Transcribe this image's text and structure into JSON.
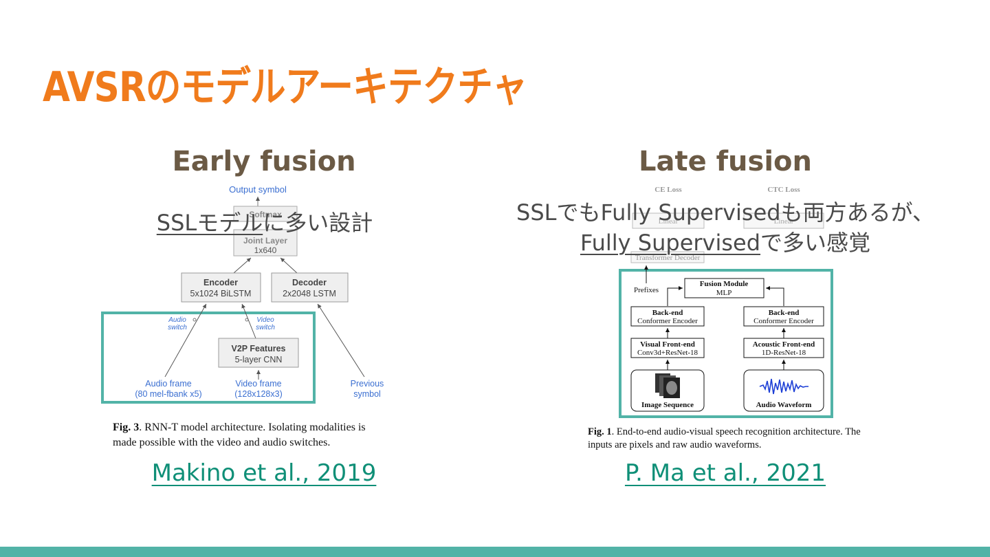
{
  "slide": {
    "title": "AVSRのモデルアーキテクチャ",
    "accent_color": "#f07b1c",
    "teal_color": "#52b3a7"
  },
  "left": {
    "heading": "Early fusion",
    "overlay_link": "SSLモデル",
    "overlay_rest": "に多い設計",
    "figure": {
      "output": "Output symbol",
      "softmax": "Softmax",
      "joint": "Joint Layer",
      "joint_dim": "1x640",
      "encoder": "Encoder",
      "encoder_dim": "5x1024 BiLSTM",
      "decoder": "Decoder",
      "decoder_dim": "2x2048 LSTM",
      "audio_switch_1": "Audio",
      "audio_switch_2": "switch",
      "video_switch_1": "Video",
      "video_switch_2": "switch",
      "v2p": "V2P Features",
      "v2p_dim": "5-layer CNN",
      "audio_frame_1": "Audio frame",
      "audio_frame_2": "(80 mel-fbank x5)",
      "video_frame_1": "Video frame",
      "video_frame_2": "(128x128x3)",
      "prev_1": "Previous",
      "prev_2": "symbol"
    },
    "caption_label": "Fig. 3",
    "caption_line1": ".  RNN-T model architecture.  Isolating modalities is",
    "caption_line2": "made possible with the video and audio switches.",
    "citation": "Makino et al., 2019"
  },
  "right": {
    "heading": "Late fusion",
    "overlay_line1": "SSLでもFully Supervisedも両方あるが、",
    "overlay_link": "Fully Supervised",
    "overlay_rest": "で多い感覚",
    "figure": {
      "ce_loss": "CE Loss",
      "ctc_loss": "CTC Loss",
      "linear": "Linear",
      "transformer_decoder": "Transformer Decoder",
      "prefixes": "Prefixes",
      "fusion_title": "Fusion Module",
      "fusion_sub": "MLP",
      "backend_title": "Back-end",
      "backend_sub": "Conformer Encoder",
      "visual_front_title": "Visual Front-end",
      "visual_front_sub": "Conv3d+ResNet-18",
      "acoustic_front_title": "Acoustic Front-end",
      "acoustic_front_sub": "1D-ResNet-18",
      "image_seq": "Image Sequence",
      "audio_wave": "Audio Waveform"
    },
    "caption_label": "Fig. 1",
    "caption_line1": ". End-to-end audio-visual speech recognition architecture. The",
    "caption_line2": "inputs are pixels and raw audio waveforms.",
    "citation": "P. Ma et al., 2021"
  }
}
